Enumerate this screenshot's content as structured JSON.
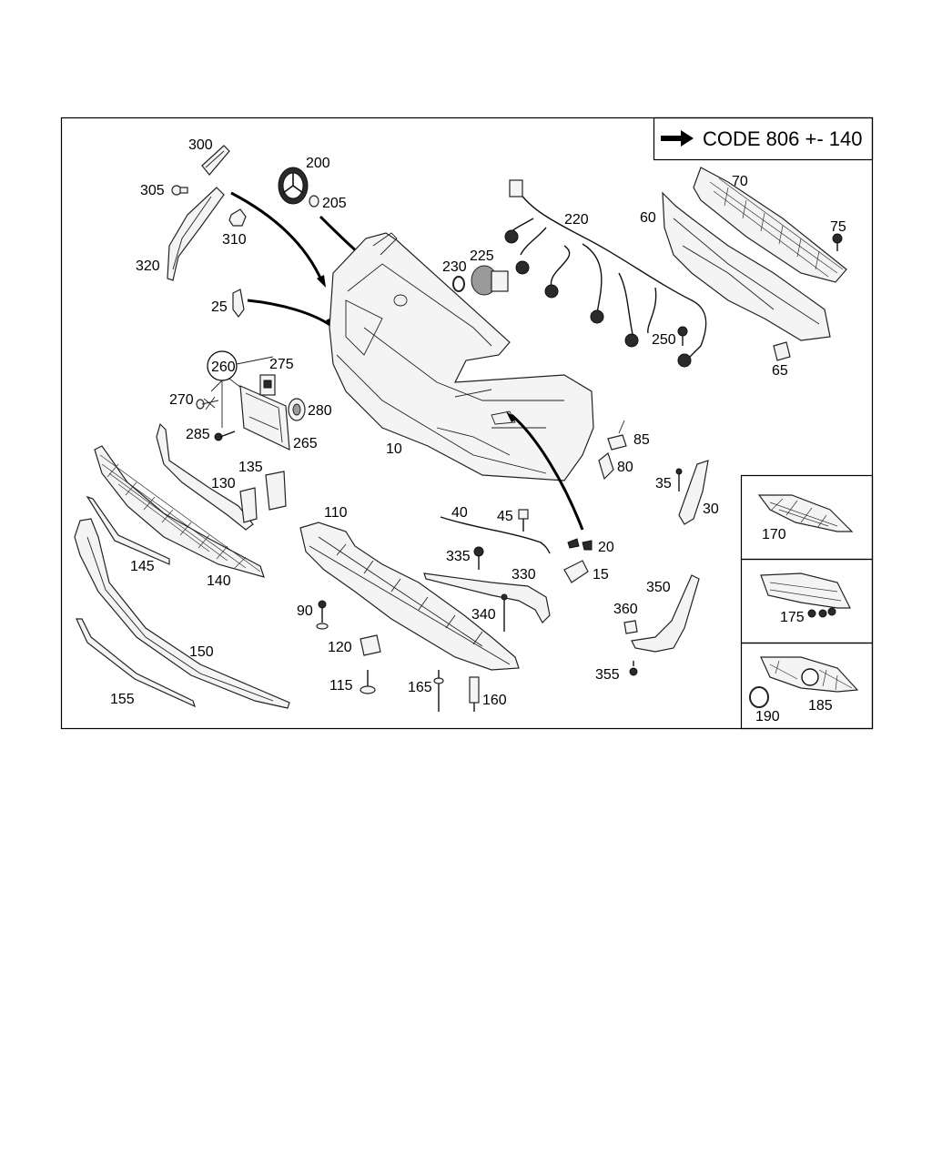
{
  "header": {
    "code_text": "CODE 806 +- 140"
  },
  "labels": {
    "p300": "300",
    "p305": "305",
    "p320": "320",
    "p310": "310",
    "p200": "200",
    "p205": "205",
    "p25": "25",
    "p260": "260",
    "p275": "275",
    "p270": "270",
    "p280": "280",
    "p285": "285",
    "p265": "265",
    "p10": "10",
    "p220": "220",
    "p225": "225",
    "p230": "230",
    "p250": "250",
    "p60": "60",
    "p70": "70",
    "p75": "75",
    "p65": "65",
    "p85": "85",
    "p80": "80",
    "p35": "35",
    "p30": "30",
    "p130": "130",
    "p135": "135",
    "p145": "145",
    "p140": "140",
    "p110": "110",
    "p40": "40",
    "p45": "45",
    "p20": "20",
    "p15": "15",
    "p335": "335",
    "p330": "330",
    "p340": "340",
    "p90": "90",
    "p120": "120",
    "p115": "115",
    "p165": "165",
    "p160": "160",
    "p150": "150",
    "p155": "155",
    "p350": "350",
    "p360": "360",
    "p355": "355",
    "p170": "170",
    "p175": "175",
    "p185": "185",
    "p190": "190"
  }
}
